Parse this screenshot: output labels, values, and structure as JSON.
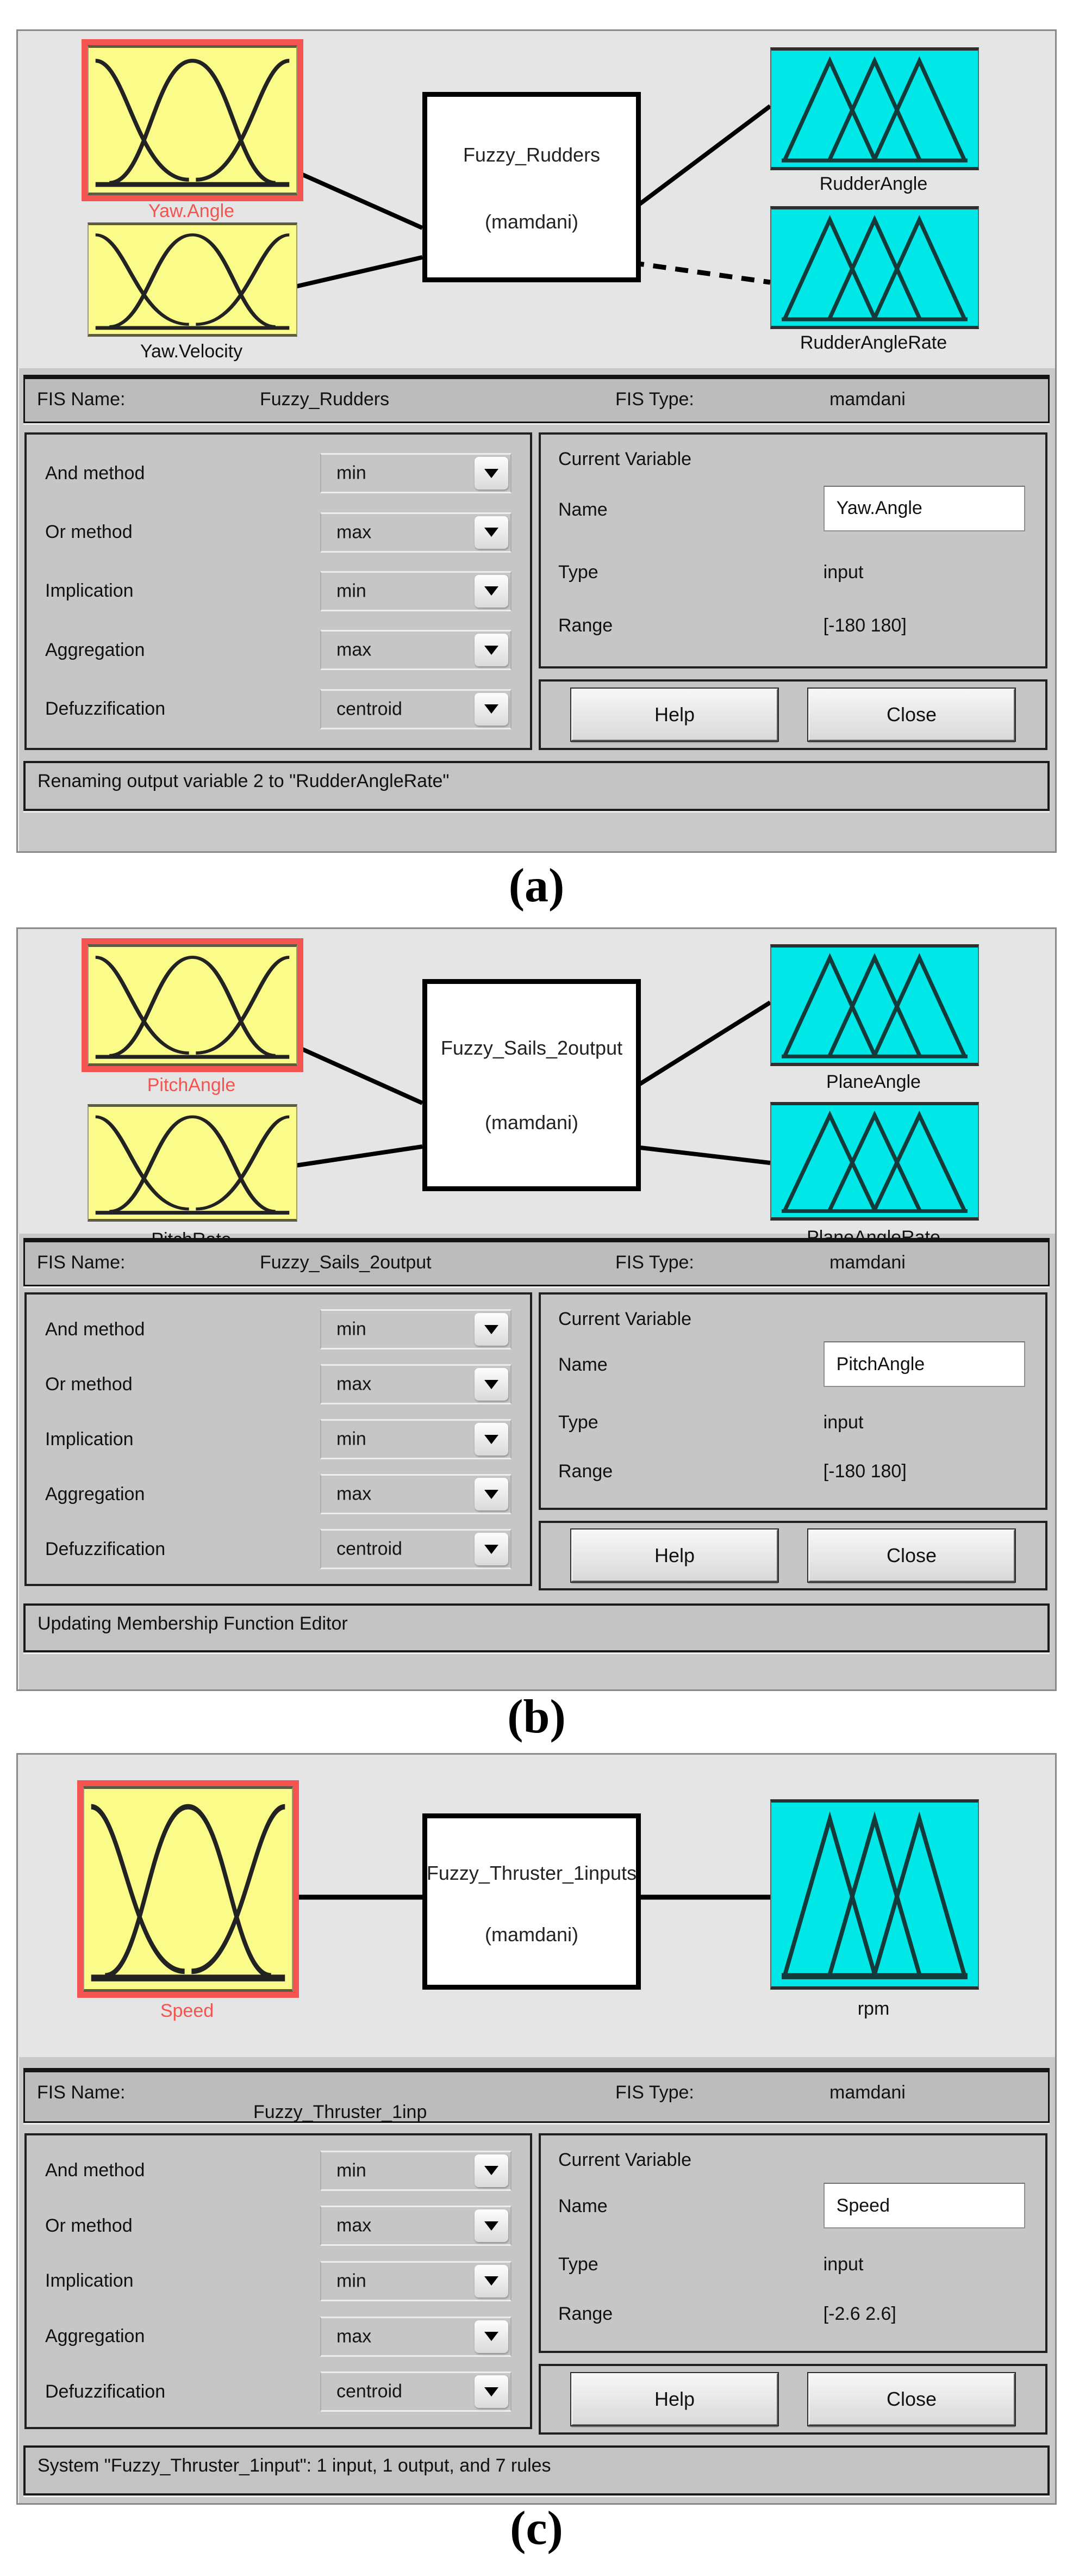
{
  "captions": [
    "(a)",
    "(b)",
    "(c)"
  ],
  "colors": {
    "input_box": "#fbfb8a",
    "output_box": "#00e7e7",
    "selected_highlight": "#f4544f",
    "window_background": "#c9c9c9",
    "diagram_background": "#e5e5e5"
  },
  "shared": {
    "fis_name_label": "FIS Name:",
    "fis_type_label": "FIS Type:",
    "fis_type_value": "mamdani",
    "center_sub": "(mamdani)",
    "methods": [
      {
        "label": "And method",
        "value": "min"
      },
      {
        "label": "Or method",
        "value": "max"
      },
      {
        "label": "Implication",
        "value": "min"
      },
      {
        "label": "Aggregation",
        "value": "max"
      },
      {
        "label": "Defuzzification",
        "value": "centroid"
      }
    ],
    "cv_title": "Current Variable",
    "name_label": "Name",
    "type_label": "Type",
    "type_value": "input",
    "range_label": "Range",
    "help_label": "Help",
    "close_label": "Close"
  },
  "windows": [
    {
      "fis_name": "Fuzzy_Rudders",
      "center_name": "Fuzzy_Rudders",
      "input1": "Yaw.Angle",
      "input2": "Yaw.Velocity",
      "output1": "RudderAngle",
      "output2": "RudderAngleRate",
      "var_name": "Yaw.Angle",
      "range_value": "[-180 180]",
      "status": "Renaming output variable 2 to \"RudderAngleRate\""
    },
    {
      "fis_name": "Fuzzy_Sails_2output",
      "center_name": "Fuzzy_Sails_2output",
      "input1": "PitchAngle",
      "input2": "PitchRate",
      "output1": "PlaneAngle",
      "output2": "PlaneAngleRate",
      "var_name": "PitchAngle",
      "range_value": "[-180 180]",
      "status": "Updating Membership Function Editor"
    },
    {
      "fis_name_display": "Fuzzy_Thruster_1inp",
      "center_name": "Fuzzy_Thruster_1inputs",
      "input1": "Speed",
      "output1": "rpm",
      "var_name": "Speed",
      "range_value": "[-2.6 2.6]",
      "status": "System \"Fuzzy_Thruster_1input\": 1 input, 1 output, and 7 rules"
    }
  ]
}
